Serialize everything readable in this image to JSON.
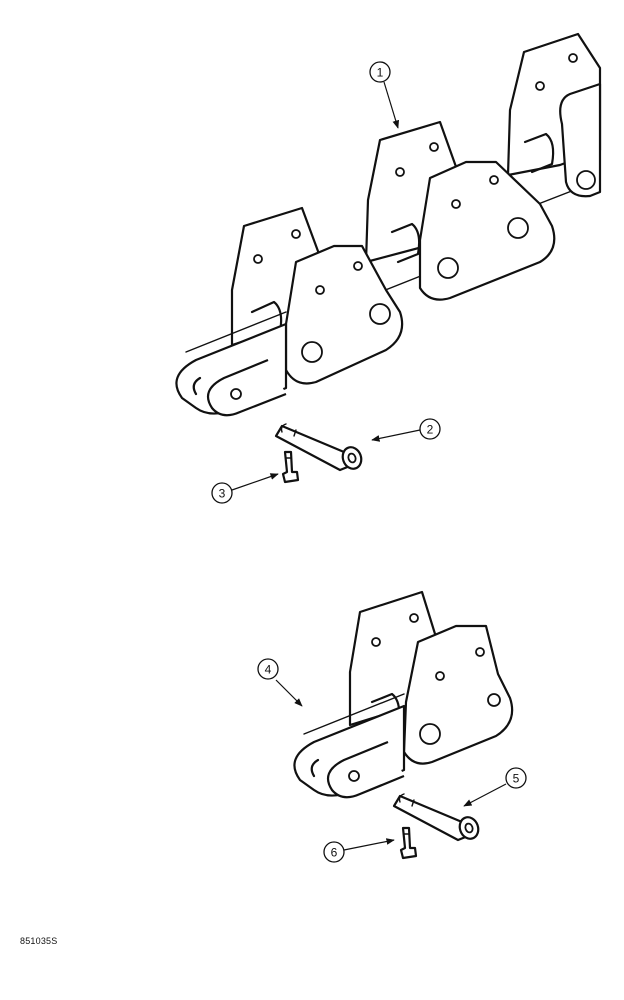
{
  "figure": {
    "callouts": [
      {
        "id": "1",
        "label": "1"
      },
      {
        "id": "2",
        "label": "2"
      },
      {
        "id": "3",
        "label": "3"
      },
      {
        "id": "4",
        "label": "4"
      },
      {
        "id": "5",
        "label": "5"
      },
      {
        "id": "6",
        "label": "6"
      }
    ],
    "figure_id": "851035S"
  },
  "colors": {
    "line": "#111111",
    "background": "#ffffff"
  }
}
